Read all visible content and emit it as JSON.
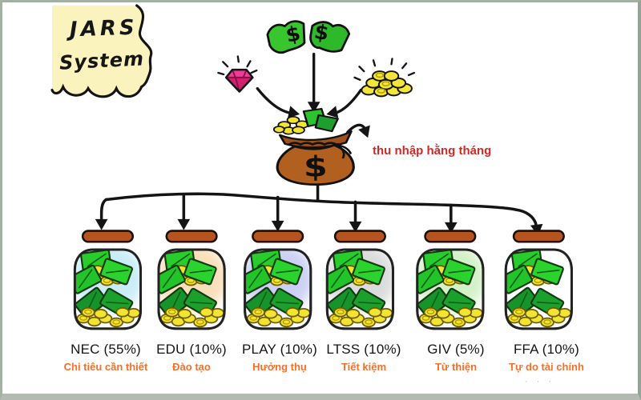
{
  "title": {
    "line1": "JARS",
    "line2": "System"
  },
  "income": {
    "label": "thu nhập hằng tháng",
    "color": "#cb2b28"
  },
  "jars": [
    {
      "name": "NEC",
      "percent": 55,
      "label": "NEC (55%)",
      "description": "Chi tiêu\ncần thiết",
      "tint": "#c9ecf8"
    },
    {
      "name": "EDU",
      "percent": 10,
      "label": "EDU (10%)",
      "description": "Đào tạo",
      "tint": "#f9dfba"
    },
    {
      "name": "PLAY",
      "percent": 10,
      "label": "PLAY (10%)",
      "description": "Hưởng thụ",
      "tint": "#ccd0f4"
    },
    {
      "name": "LTSS",
      "percent": 10,
      "label": "LTSS (10%)",
      "description": "Tiết kiệm",
      "tint": "#dcdcdc"
    },
    {
      "name": "GIV",
      "percent": 5,
      "label": "GIV (5%)",
      "description": "Từ thiện",
      "tint": "#d4f1c8"
    },
    {
      "name": "FFA",
      "percent": 10,
      "label": "FFA (10%)",
      "description": "Tự do tài chính",
      "tint": "#ffffff"
    }
  ],
  "icons": {
    "bubble": "speech-bubble",
    "bills": "dollar-bills-icon",
    "gem": "gem-icon",
    "coins": "gold-coins-icon",
    "bag": "money-bag-icon",
    "jar": "money-jar-icon"
  },
  "colors": {
    "sublabel_orange": "#f2702e",
    "bill_green": "#2cc42c",
    "coin_yellow": "#f2e431",
    "lid_brown": "#b5541f",
    "bag_brown": "#b2601f",
    "bubble_yellow": "#fbf3bd"
  },
  "watermark": "· · ·"
}
